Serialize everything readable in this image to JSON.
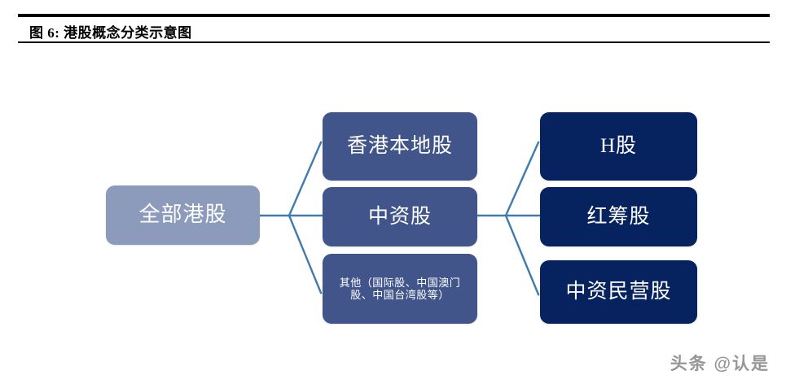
{
  "figure": {
    "label": "图 6: 港股概念分类示意图"
  },
  "colors": {
    "root_box": "#8c9bbb",
    "mid_box": "#41558a",
    "leaf_box": "#062360",
    "connector": "#3f7cad",
    "rule": "#000000",
    "box_text": "#ffffff",
    "watermark": "#6e6e6e"
  },
  "diagram": {
    "type": "tree",
    "root": {
      "id": "all-hk",
      "label": "全部港股"
    },
    "level2": [
      {
        "id": "hk-local",
        "label": "香港本地股"
      },
      {
        "id": "china-fund",
        "label": "中资股"
      },
      {
        "id": "others",
        "label": "其他（国际股、中国澳门股、中国台湾股等）"
      }
    ],
    "level3": [
      {
        "id": "h-share",
        "label": "H股"
      },
      {
        "id": "red-chip",
        "label": "红筹股"
      },
      {
        "id": "private",
        "label": "中资民营股"
      }
    ],
    "edges": [
      {
        "from": "all-hk",
        "to": "hk-local"
      },
      {
        "from": "all-hk",
        "to": "china-fund"
      },
      {
        "from": "all-hk",
        "to": "others"
      },
      {
        "from": "china-fund",
        "to": "h-share"
      },
      {
        "from": "china-fund",
        "to": "red-chip"
      },
      {
        "from": "china-fund",
        "to": "private"
      }
    ]
  },
  "watermark": {
    "text": "头条 @认是"
  }
}
